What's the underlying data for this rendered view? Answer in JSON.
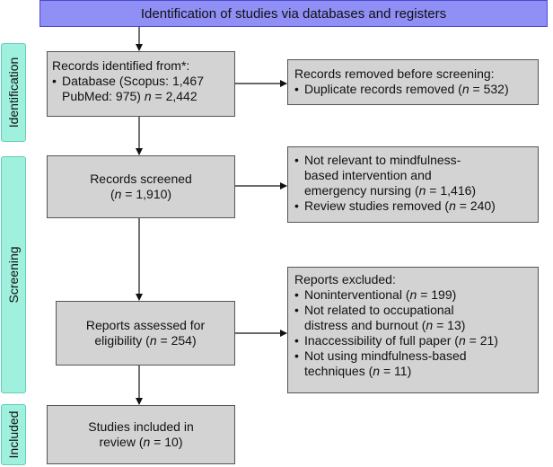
{
  "header": "Identification of studies via databases and registers",
  "stages": {
    "identification": "Identification",
    "screening": "Screening",
    "included": "Included"
  },
  "identified": {
    "heading": "Records identified from*:",
    "item_line1": "Database (Scopus: 1,467",
    "item_line2_pre": "PubMed: 975) ",
    "n": "n",
    "item_line2_post": " = 2,442"
  },
  "removed": {
    "heading": "Records removed before screening:",
    "item_pre": "Duplicate records removed (",
    "n": "n",
    "item_post": " = 532)"
  },
  "screened": {
    "line1": "Records screened",
    "line2_pre": "(",
    "n": "n",
    "line2_post": " = 1,910)"
  },
  "screen_excluded": {
    "item1_line1": "Not relevant to mindfulness-",
    "item1_line2": "based intervention and",
    "item1_line3_pre": "emergency nursing (",
    "n1": "n",
    "item1_line3_post": " = 1,416)",
    "item2_pre": "Review studies removed (",
    "n2": "n",
    "item2_post": " = 240)"
  },
  "assessed": {
    "line1": "Reports assessed for",
    "line2_pre": "eligibility (",
    "n": "n",
    "line2_post": " = 254)"
  },
  "reports_excluded": {
    "heading": "Reports excluded:",
    "item1_pre": "Noninterventional (",
    "n1": "n",
    "item1_post": " = 199)",
    "item2_line1": "Not related to occupational",
    "item2_line2_pre": "distress and burnout (",
    "n2": "n",
    "item2_line2_post": " = 13)",
    "item3_pre": "Inaccessibility of full paper (",
    "n3": "n",
    "item3_post": " = 21)",
    "item4_line1": "Not using mindfulness-based",
    "item4_line2_pre": "techniques (",
    "n4": "n",
    "item4_line2_post": " = 11)"
  },
  "included": {
    "line1": "Studies included in",
    "line2_pre": "review (",
    "n": "n",
    "line2_post": " = 10)"
  }
}
